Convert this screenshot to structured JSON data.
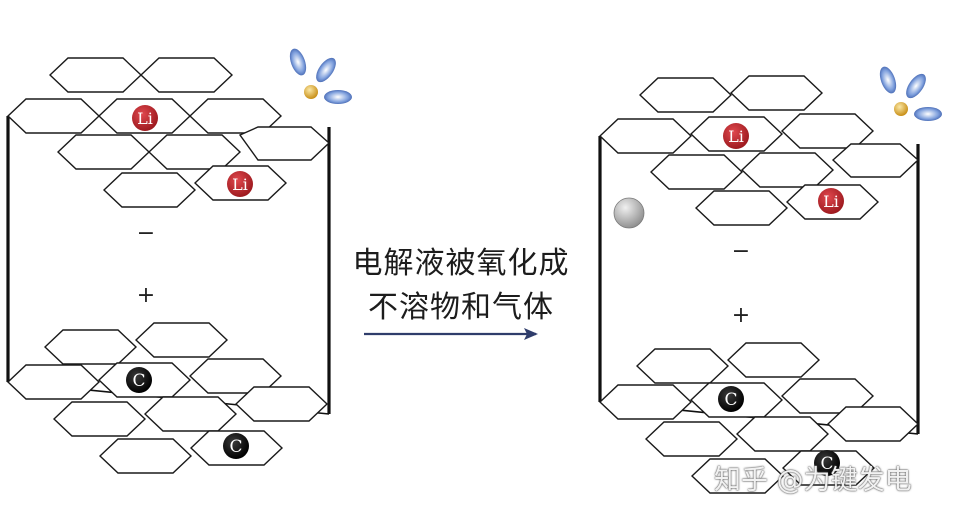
{
  "left_cell": {
    "anode_atom_1": "Li",
    "anode_atom_2": "Li",
    "cathode_atom_1": "C",
    "cathode_atom_2": "C",
    "negative_sign": "−",
    "positive_sign": "+"
  },
  "right_cell": {
    "anode_atom_1": "Li",
    "anode_atom_2": "Li",
    "cathode_atom_1": "C",
    "cathode_atom_2": "C",
    "negative_sign": "−",
    "positive_sign": "+"
  },
  "process": {
    "line1": "电解液被氧化成",
    "line2": "不溶物和气体"
  },
  "watermark": "知乎 @为键发电",
  "colors": {
    "li_ball": "#c0272d",
    "c_ball": "#111111",
    "arrow": "#2f3d6b",
    "gas_bubble": "#b5b5b5",
    "electrolyte_lobe": "#3a63b8",
    "electrolyte_core": "#e3b23c"
  }
}
